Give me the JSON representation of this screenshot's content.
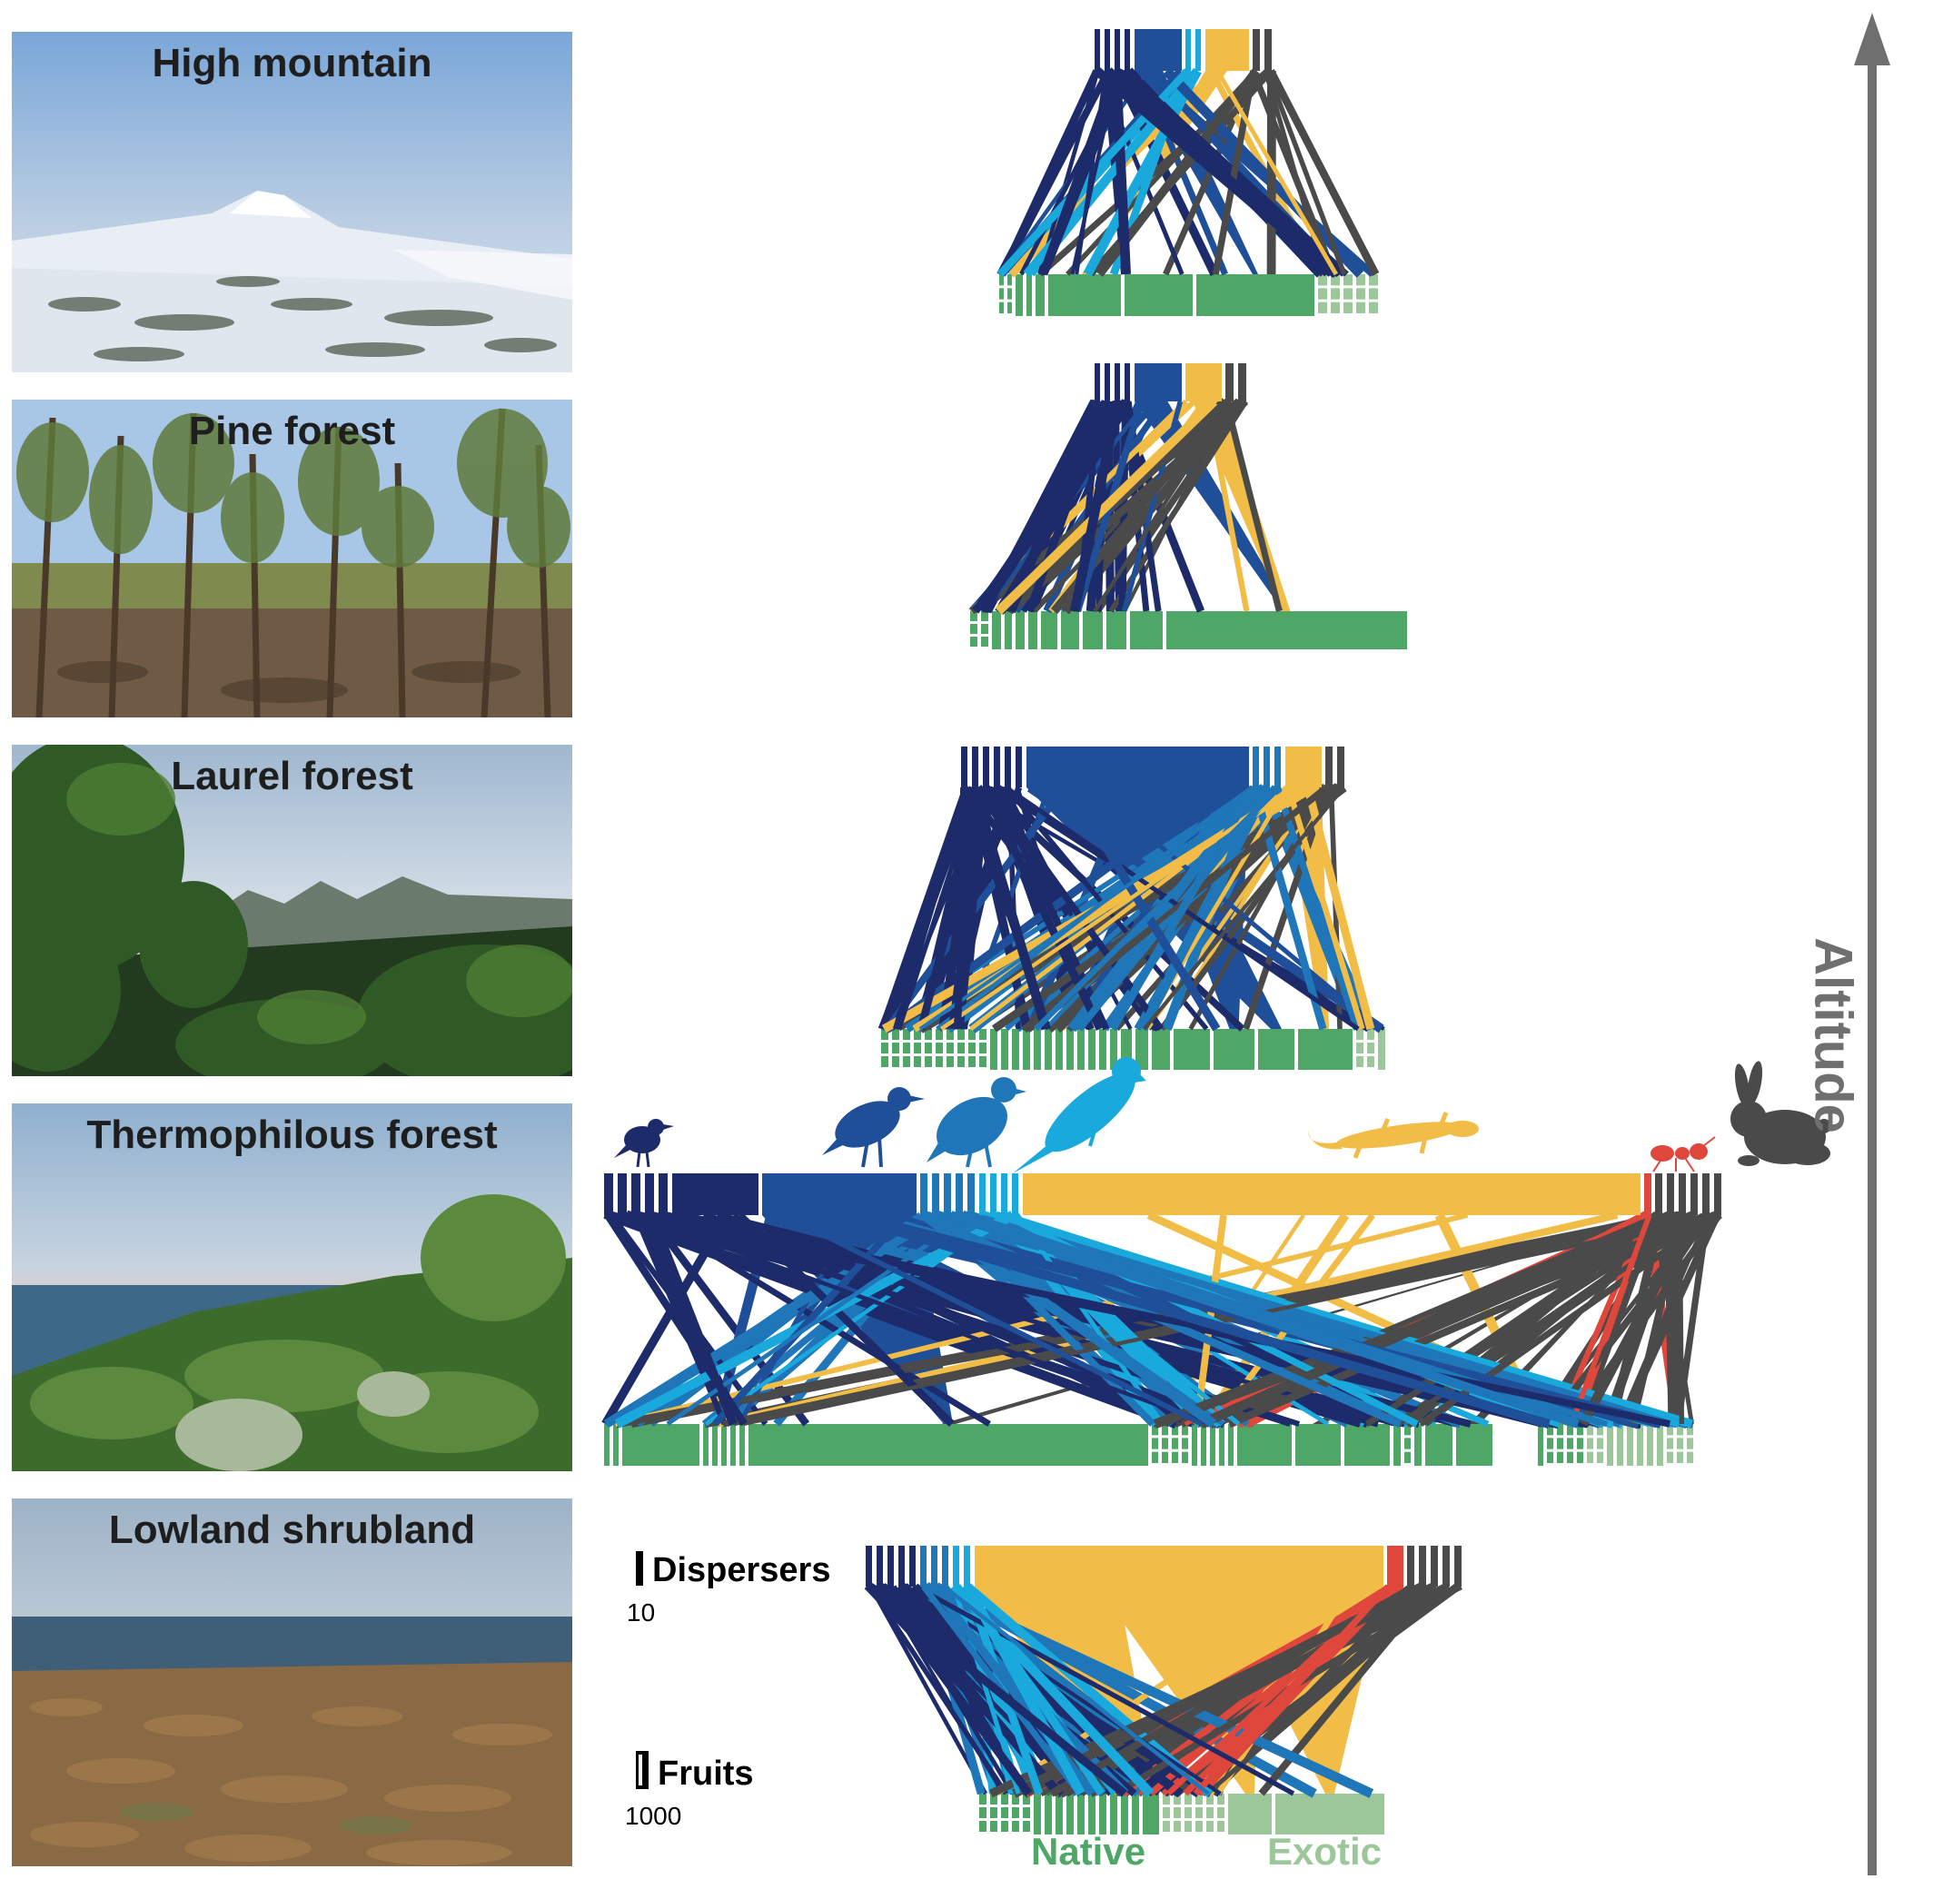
{
  "habitats": [
    {
      "name": "High mountain"
    },
    {
      "name": "Pine forest"
    },
    {
      "name": "Laurel forest"
    },
    {
      "name": "Thermophilous forest"
    },
    {
      "name": "Lowland shrubland"
    }
  ],
  "axis": {
    "label": "Altitude"
  },
  "legend": {
    "dispersers_label": "Dispersers",
    "dispersers_scale": "10",
    "fruits_label": "Fruits",
    "fruits_scale": "1000"
  },
  "plant_origin": {
    "native_label": "Native",
    "exotic_label": "Exotic",
    "native_color": "#4ea766",
    "exotic_color": "#9cc79a"
  },
  "disperser_colors": {
    "small_passerine": "#1d2b6b",
    "thrush": "#1f4f98",
    "pigeon": "#1f76b8",
    "parakeet": "#19a9dc",
    "lizard": "#f2bd47",
    "ant": "#e0473c",
    "rabbit": "#4a4a4a"
  },
  "disperser_icons": [
    "small-bird-icon",
    "thrush-icon",
    "pigeon-icon",
    "parakeet-icon",
    "lizard-icon",
    "ant-icon",
    "rabbit-icon"
  ]
}
